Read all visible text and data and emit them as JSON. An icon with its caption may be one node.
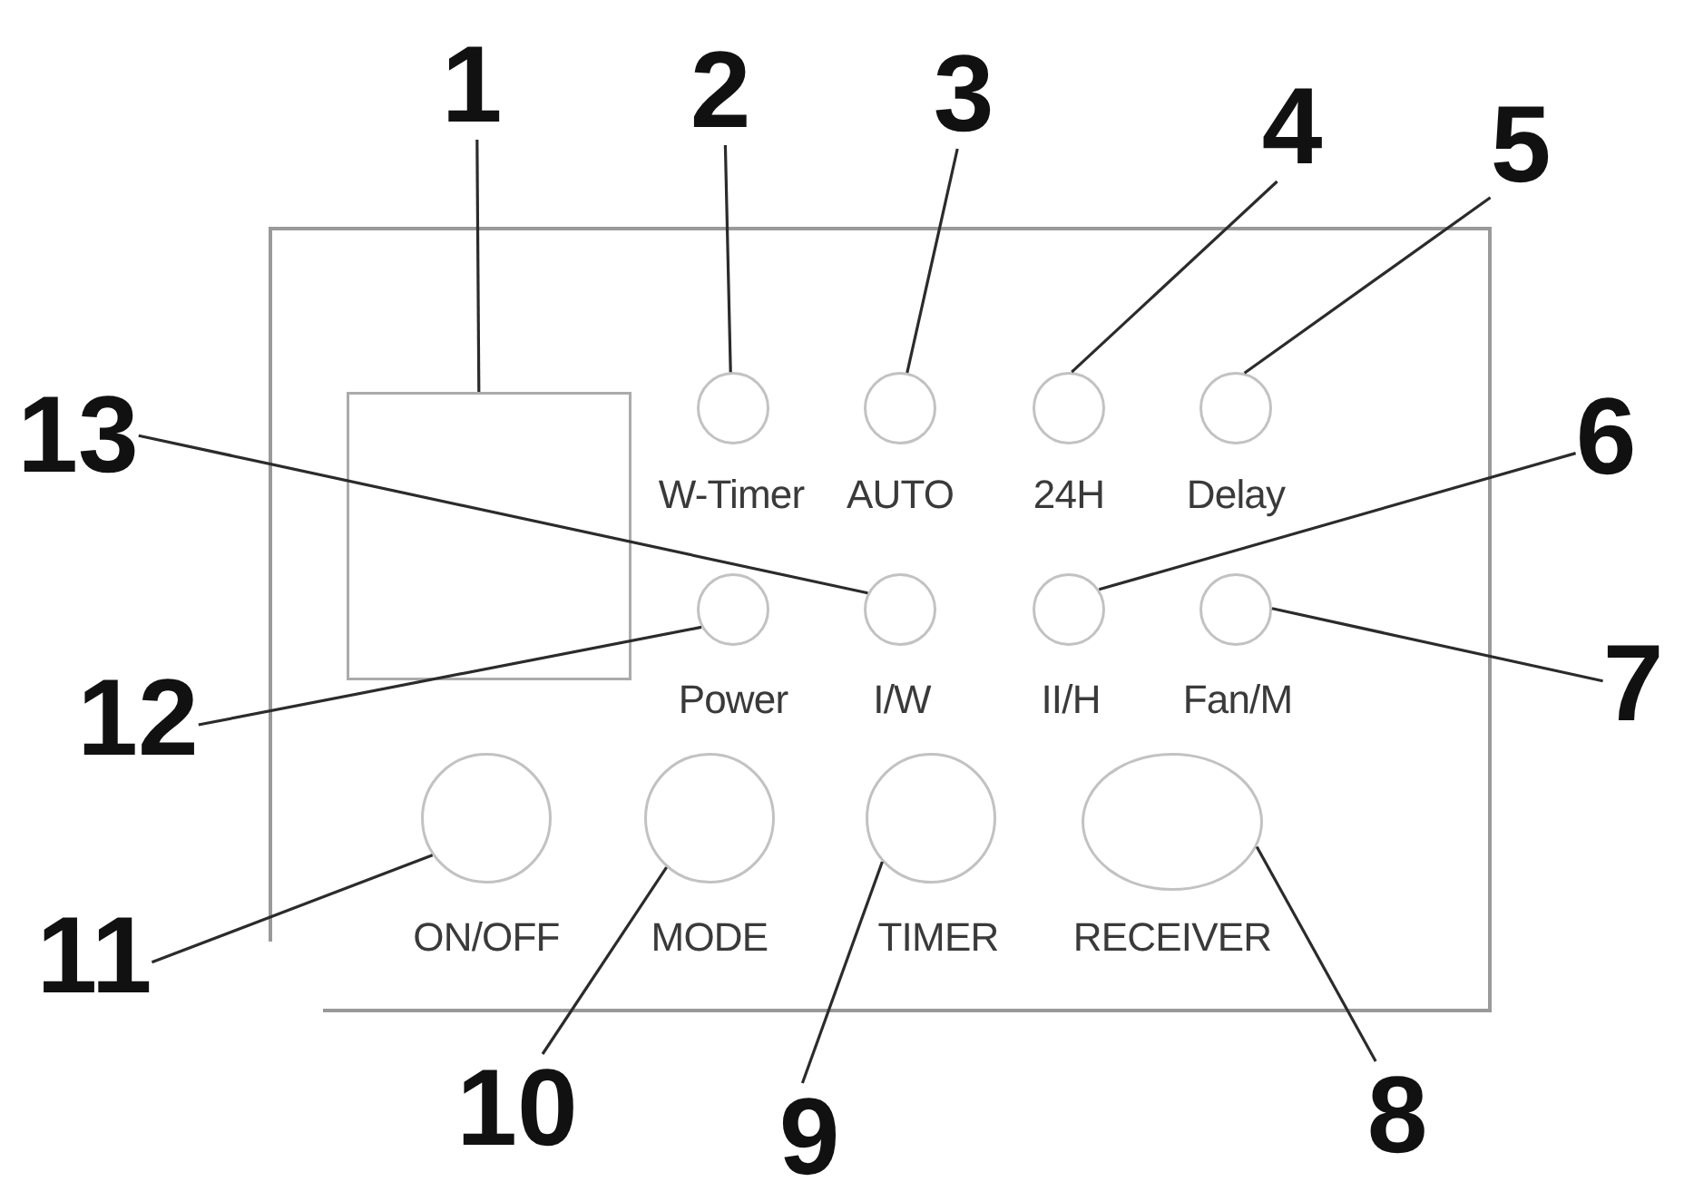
{
  "diagram": {
    "nodes": [
      {
        "text": [],
        "shape": "box"
      },
      {
        "text": [],
        "shape": "box",
        "in": 0
      },
      {
        "text": [],
        "shape": "circle",
        "in": 0,
        "beside": [
          "W-Timer"
        ]
      },
      {
        "text": [],
        "shape": "circle",
        "in": 0,
        "beside": [
          "AUTO"
        ]
      },
      {
        "text": [],
        "shape": "circle",
        "in": 0,
        "beside": [
          "24H"
        ]
      },
      {
        "text": [],
        "shape": "circle",
        "in": 0,
        "beside": [
          "Delay"
        ]
      },
      {
        "text": [],
        "shape": "circle",
        "in": 0,
        "beside": [
          "Power"
        ]
      },
      {
        "text": [],
        "shape": "circle",
        "in": 0,
        "beside": [
          "I/W"
        ]
      },
      {
        "text": [],
        "shape": "circle",
        "in": 0,
        "beside": [
          "II/H"
        ]
      },
      {
        "text": [],
        "shape": "circle",
        "in": 0,
        "beside": [
          "Fan/M"
        ]
      },
      {
        "text": [],
        "shape": "circle",
        "in": 0,
        "beside": [
          "ON/OFF"
        ]
      },
      {
        "text": [],
        "shape": "circle",
        "in": 0,
        "beside": [
          "MODE"
        ]
      },
      {
        "text": [],
        "shape": "circle",
        "in": 0,
        "beside": [
          "TIMER"
        ]
      },
      {
        "text": [],
        "shape": "oval",
        "in": 0,
        "beside": [
          "RECEIVER"
        ]
      },
      {
        "text": [
          "1"
        ]
      },
      {
        "text": [
          "2"
        ]
      },
      {
        "text": [
          "3"
        ]
      },
      {
        "text": [
          "4"
        ]
      },
      {
        "text": [
          "5"
        ]
      },
      {
        "text": [
          "6"
        ]
      },
      {
        "text": [
          "7"
        ]
      },
      {
        "text": [
          "8"
        ]
      },
      {
        "text": [
          "9"
        ]
      },
      {
        "text": [
          "10"
        ]
      },
      {
        "text": [
          "11"
        ]
      },
      {
        "text": [
          "12"
        ]
      },
      {
        "text": [
          "13"
        ]
      }
    ],
    "edges": [
      {
        "from": 14,
        "to": 1,
        "arrow": "none"
      },
      {
        "from": 15,
        "to": 2,
        "arrow": "none"
      },
      {
        "from": 16,
        "to": 3,
        "arrow": "none"
      },
      {
        "from": 17,
        "to": 4,
        "arrow": "none"
      },
      {
        "from": 18,
        "to": 5,
        "arrow": "none"
      },
      {
        "from": 19,
        "to": 8,
        "arrow": "none"
      },
      {
        "from": 20,
        "to": 9,
        "arrow": "none"
      },
      {
        "from": 21,
        "to": 13,
        "arrow": "none"
      },
      {
        "from": 22,
        "to": 12,
        "arrow": "none"
      },
      {
        "from": 23,
        "to": 11,
        "arrow": "none"
      },
      {
        "from": 24,
        "to": 10,
        "arrow": "none"
      },
      {
        "from": 25,
        "to": 6,
        "arrow": "none"
      },
      {
        "from": 26,
        "to": 7,
        "arrow": "none"
      }
    ]
  }
}
